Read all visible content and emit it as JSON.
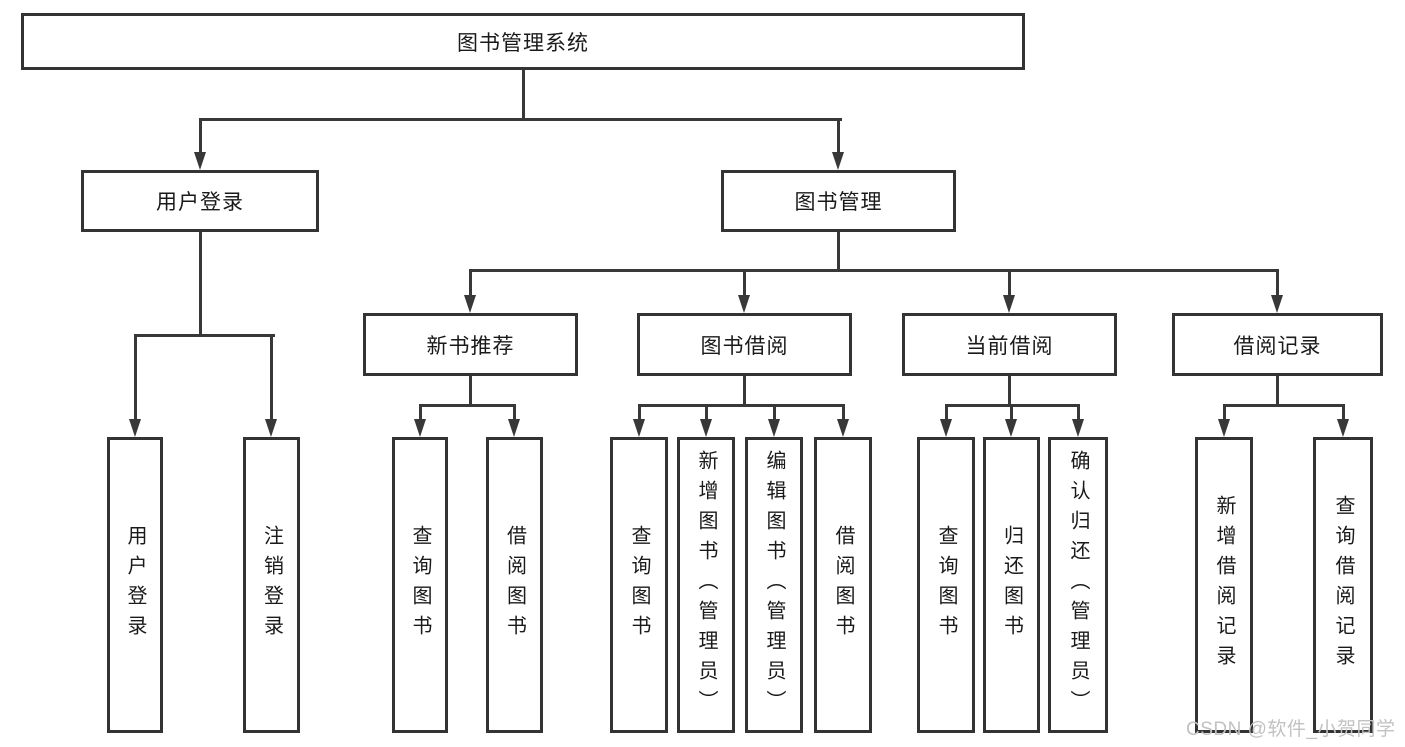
{
  "diagram_type": "functional-structure-tree",
  "tree": {
    "label": "图书管理系统",
    "children": [
      {
        "label": "用户登录",
        "children": [
          {
            "label": "用户登录"
          },
          {
            "label": "注销登录"
          }
        ]
      },
      {
        "label": "图书管理",
        "children": [
          {
            "label": "新书推荐",
            "children": [
              {
                "label": "查询图书"
              },
              {
                "label": "借阅图书"
              }
            ]
          },
          {
            "label": "图书借阅",
            "children": [
              {
                "label": "查询图书"
              },
              {
                "label": "新增图书（管理员）"
              },
              {
                "label": "编辑图书（管理员）"
              },
              {
                "label": "借阅图书"
              }
            ]
          },
          {
            "label": "当前借阅",
            "children": [
              {
                "label": "查询图书"
              },
              {
                "label": "归还图书"
              },
              {
                "label": "确认归还（管理员）"
              }
            ]
          },
          {
            "label": "借阅记录",
            "children": [
              {
                "label": "新增借阅记录"
              },
              {
                "label": "查询借阅记录"
              }
            ]
          }
        ]
      }
    ]
  },
  "watermark": {
    "text": "CSDN @软件_小贺同学"
  },
  "colors": {
    "background": "#ffffff",
    "box_border": "#333333",
    "line": "#383838",
    "text": "#1a1a1a",
    "watermark": "#c2c2c2"
  }
}
